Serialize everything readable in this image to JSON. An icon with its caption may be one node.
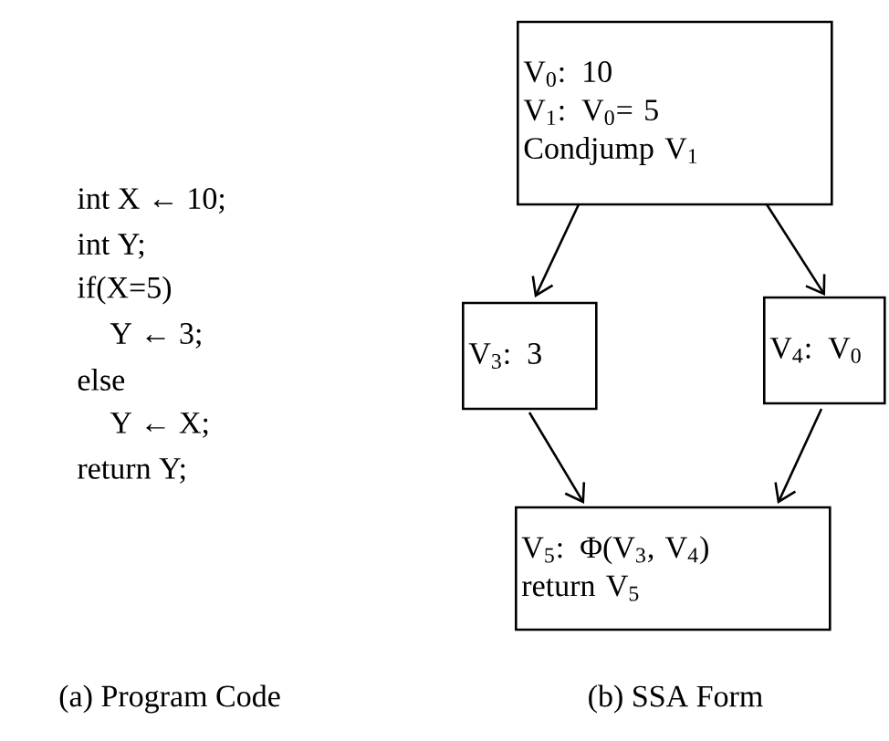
{
  "diagram": {
    "nodes": [
      {
        "text": [
          "V$_{0}$: 10",
          "V$_{1}$: V$_{0}$= 5",
          "Condjump V$_{1}$"
        ]
      },
      {
        "text": [
          "V$_{3}$: 3"
        ]
      },
      {
        "text": [
          "V$_{4}$: V$_{0}$"
        ]
      },
      {
        "text": [
          "V$_{5}$: Φ(V$_{3}$, V$_{4}$)",
          "return V$_{5}$"
        ]
      }
    ],
    "edges": [
      {
        "from": 0,
        "to": 1,
        "arrow": "to"
      },
      {
        "from": 0,
        "to": 2,
        "arrow": "to"
      },
      {
        "from": 1,
        "to": 3,
        "arrow": "to"
      },
      {
        "from": 2,
        "to": 3,
        "arrow": "to"
      }
    ],
    "labels": [
      "int X ← 10;",
      "int Y;",
      "if(X=5)",
      "Y ← 3;",
      "else",
      "Y ← X;",
      "return Y;",
      "(a) Program Code",
      "(b) SSA Form"
    ]
  }
}
